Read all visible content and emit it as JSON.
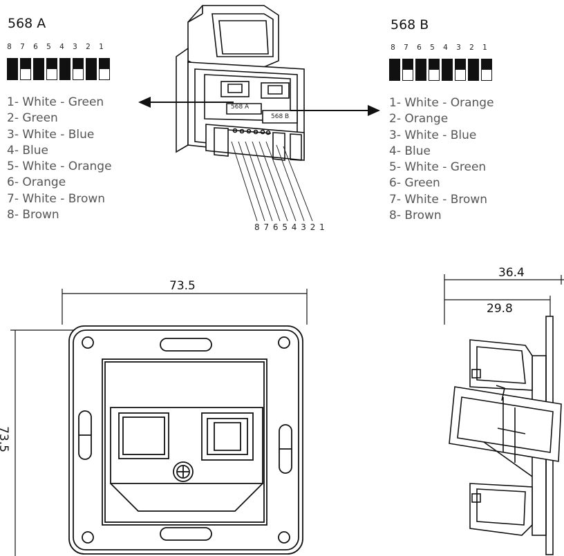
{
  "standard_a": {
    "title": "568 A",
    "pin_numbers": [
      "8",
      "7",
      "6",
      "5",
      "4",
      "3",
      "2",
      "1"
    ],
    "wire_pattern": [
      "solid",
      "striped",
      "solid",
      "striped",
      "solid",
      "striped",
      "solid",
      "striped"
    ],
    "wires": [
      "1- White - Green",
      "2- Green",
      "3- White - Blue",
      "4- Blue",
      "5- White - Orange",
      "6- Orange",
      "7- White - Brown",
      "8- Brown"
    ]
  },
  "standard_b": {
    "title": "568 B",
    "pin_numbers": [
      "8",
      "7",
      "6",
      "5",
      "4",
      "3",
      "2",
      "1"
    ],
    "wire_pattern": [
      "solid",
      "striped",
      "solid",
      "striped",
      "solid",
      "striped",
      "solid",
      "striped"
    ],
    "wires": [
      "1- White - Orange",
      "2- Orange",
      "3- White - Blue",
      "4- Blue",
      "5- White - Green",
      "6- Green",
      "7- White - Brown",
      "8- Brown"
    ]
  },
  "connector": {
    "label_a": "568 A",
    "label_b": "568 B",
    "pin_sequence": "8 7 6 5 4 3 2 1"
  },
  "front_view": {
    "width": "73.5",
    "height": "73.5"
  },
  "side_view": {
    "depth_total": "36.4",
    "depth_inner": "29.8"
  },
  "colors": {
    "ink": "#111111",
    "text_gray": "#555555"
  }
}
